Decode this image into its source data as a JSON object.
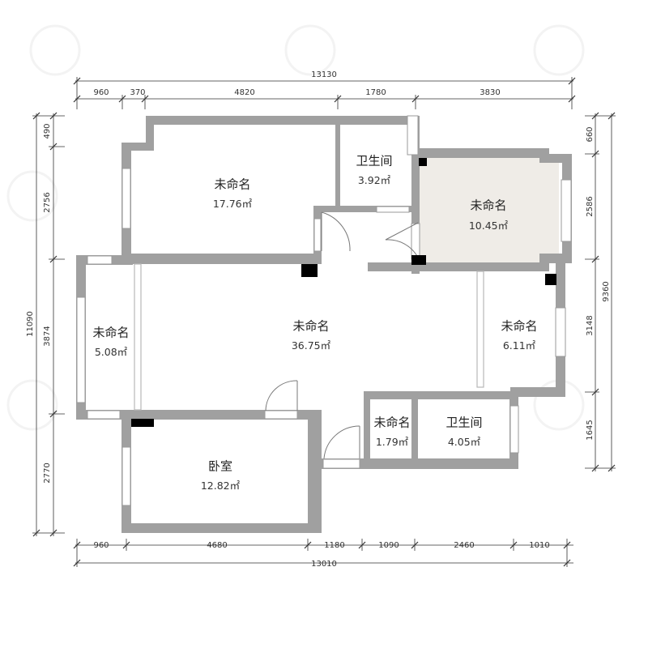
{
  "rooms": {
    "nw_bedroom": {
      "name": "未命名",
      "area": "17.76㎡"
    },
    "bath_top": {
      "name": "卫生间",
      "area": "3.92㎡"
    },
    "ne_room": {
      "name": "未命名",
      "area": "10.45㎡"
    },
    "west_balcony": {
      "name": "未命名",
      "area": "5.08㎡"
    },
    "living": {
      "name": "未命名",
      "area": "36.75㎡"
    },
    "east_balcony": {
      "name": "未命名",
      "area": "6.11㎡"
    },
    "small_room": {
      "name": "未命名",
      "area": "1.79㎡"
    },
    "bath_bottom": {
      "name": "卫生间",
      "area": "4.05㎡"
    },
    "bedroom": {
      "name": "卧室",
      "area": "12.82㎡"
    }
  },
  "dimensions": {
    "top_total": "13130",
    "top": [
      "960",
      "370",
      "4820",
      "1780",
      "3830"
    ],
    "bottom_total": "13010",
    "bottom": [
      "960",
      "4680",
      "1180",
      "1090",
      "2460",
      "1010"
    ],
    "left_total": "11090",
    "left": [
      "490",
      "2756",
      "3874",
      "2770"
    ],
    "right_total": "9360",
    "right": [
      "660",
      "2586",
      "3148",
      "1645"
    ]
  },
  "colors": {
    "wall": "#a0a0a0",
    "highlight_floor": "#efece7",
    "dim_line": "#333333",
    "column": "#000000"
  }
}
